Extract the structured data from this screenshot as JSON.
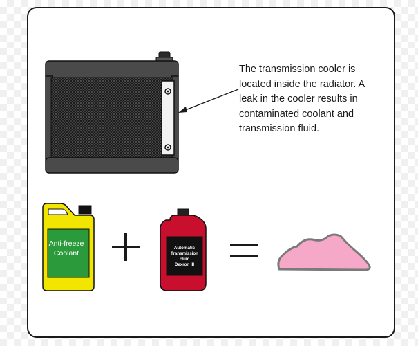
{
  "caption": {
    "lines": [
      "The transmission cooler is",
      "located inside the radiator. A",
      "leak in the cooler results in",
      "contaminated coolant and",
      "transmission fluid."
    ]
  },
  "coolant_jug": {
    "label_lines": [
      "Anti-freeze",
      "Coolant"
    ]
  },
  "transmission_fluid_bottle": {
    "label_lines": [
      "Automatic",
      "Transmission",
      "Fluid",
      "Dexron III"
    ]
  },
  "operators": {
    "plus": "+",
    "equals": "="
  },
  "colors": {
    "radiator_body": "#3a3a3a",
    "radiator_core": "#1c1c1c",
    "cooler_panel": "#f2f2f2",
    "jug_yellow": "#f2e600",
    "jug_label_green": "#2a9a3a",
    "bottle_red": "#c8102e",
    "bottle_label_black": "#111111",
    "contaminated_fluid_pink": "#f5a8c8",
    "fluid_outline_gray": "#7a7a7a"
  }
}
